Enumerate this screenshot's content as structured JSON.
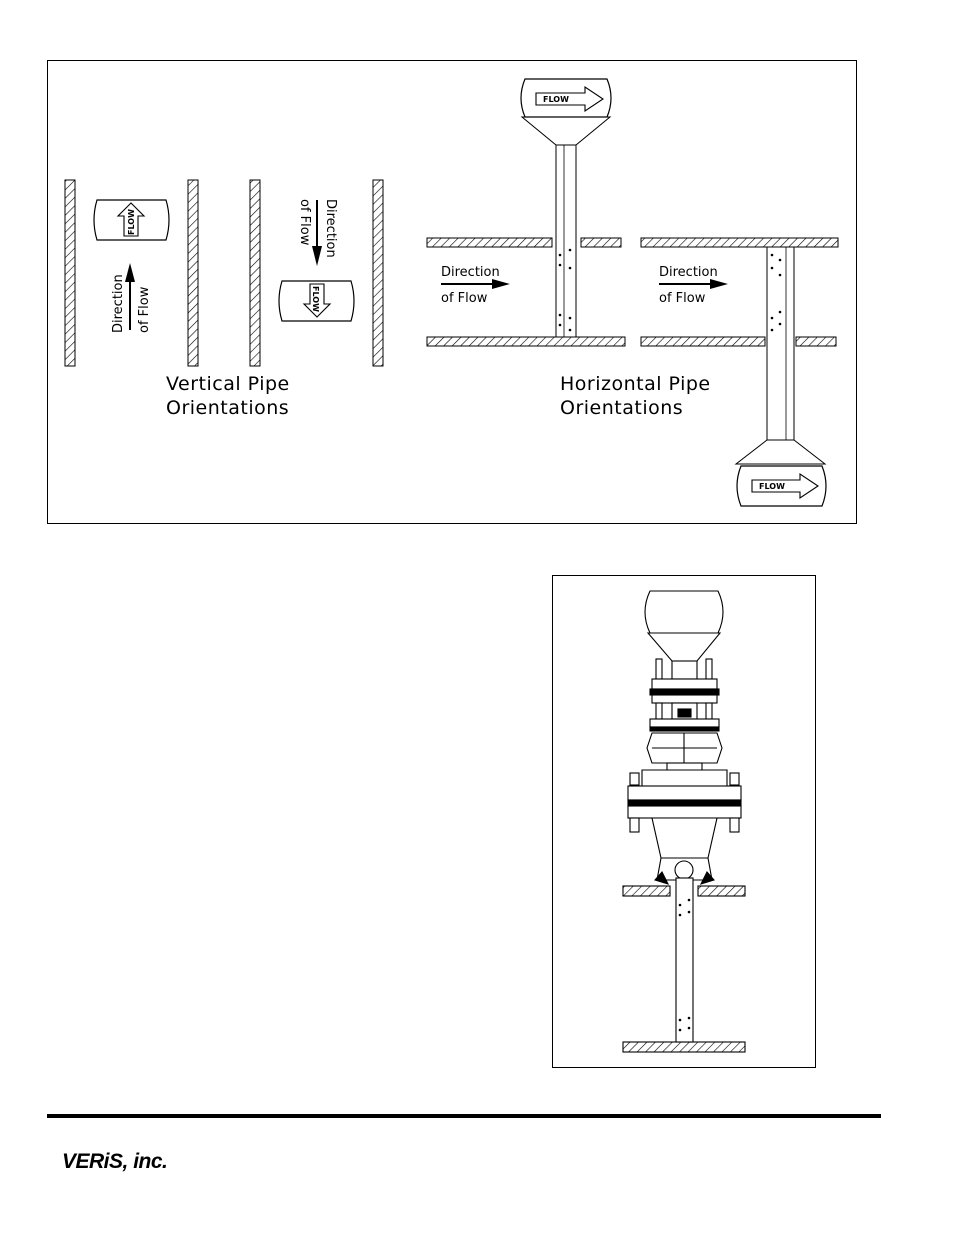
{
  "figure_top": {
    "vertical_caption": [
      "Vertical Pipe",
      "Orientations"
    ],
    "horizontal_caption": [
      "Horizontal Pipe",
      "Orientations"
    ],
    "direction_label": [
      "Direction",
      "of Flow"
    ],
    "flow_label": "FLOW"
  },
  "footer": {
    "logo_text": "VERiS, inc."
  }
}
